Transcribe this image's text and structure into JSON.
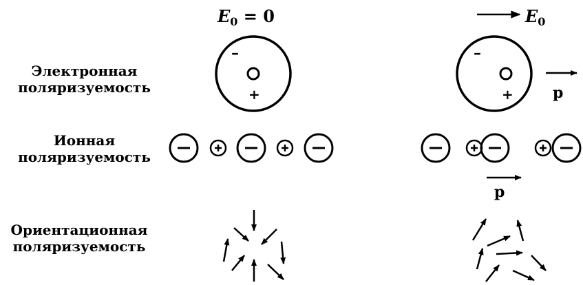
{
  "columns": {
    "left": {
      "field_symbol": "E",
      "field_subscript": "0",
      "field_equation": " = 0"
    },
    "right": {
      "field_symbol": "E",
      "field_subscript": "0"
    }
  },
  "rows": {
    "electronic": {
      "line1": "Электронная",
      "line2": "поляризуемость"
    },
    "ionic": {
      "line1": "Ионная",
      "line2": "поляризуемость"
    },
    "orientational": {
      "line1": "Ориентационная",
      "line2": "поляризуемость"
    }
  },
  "symbols": {
    "minus": "–",
    "plus": "+",
    "dipole_moment": "p"
  }
}
